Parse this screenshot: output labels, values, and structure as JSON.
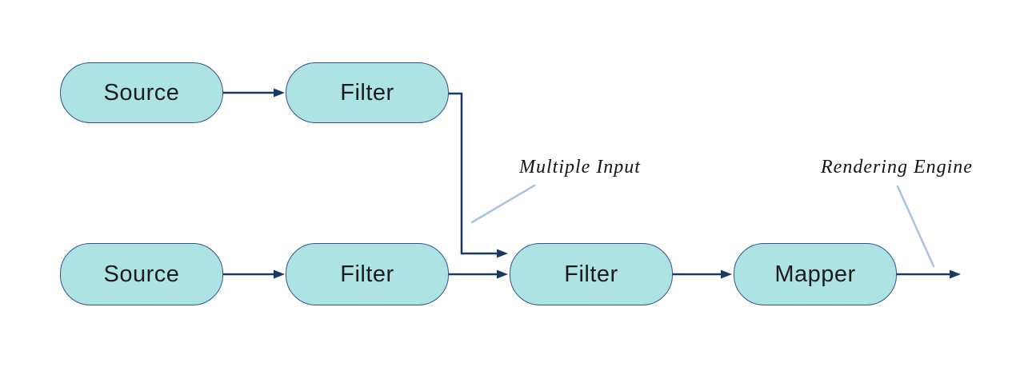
{
  "diagram": {
    "type": "flowchart",
    "nodes": [
      {
        "id": "source-1",
        "label": "Source"
      },
      {
        "id": "filter-1",
        "label": "Filter"
      },
      {
        "id": "source-2",
        "label": "Source"
      },
      {
        "id": "filter-2",
        "label": "Filter"
      },
      {
        "id": "filter-3",
        "label": "Filter"
      },
      {
        "id": "mapper-1",
        "label": "Mapper"
      }
    ],
    "edges": [
      {
        "from": "source-1",
        "to": "filter-1",
        "type": "straight-arrow"
      },
      {
        "from": "filter-1",
        "to": "filter-3",
        "type": "elbow-arrow"
      },
      {
        "from": "source-2",
        "to": "filter-2",
        "type": "straight-arrow"
      },
      {
        "from": "filter-2",
        "to": "filter-3",
        "type": "straight-arrow"
      },
      {
        "from": "filter-3",
        "to": "mapper-1",
        "type": "straight-arrow"
      },
      {
        "from": "mapper-1",
        "to": "output",
        "type": "straight-arrow"
      }
    ],
    "annotations": [
      {
        "id": "multiple-input",
        "text": "Multiple Input",
        "points_to": "merge of two pipeline branches"
      },
      {
        "id": "rendering-engine",
        "text": "Rendering Engine",
        "points_to": "final output arrow from Mapper"
      }
    ],
    "colors": {
      "node_fill": "#aee3e3",
      "node_border": "#33518f",
      "arrow": "#1b3a63",
      "callout_line": "#a9c2e4",
      "text": "#1c1c1c",
      "background": "#ffffff"
    }
  }
}
